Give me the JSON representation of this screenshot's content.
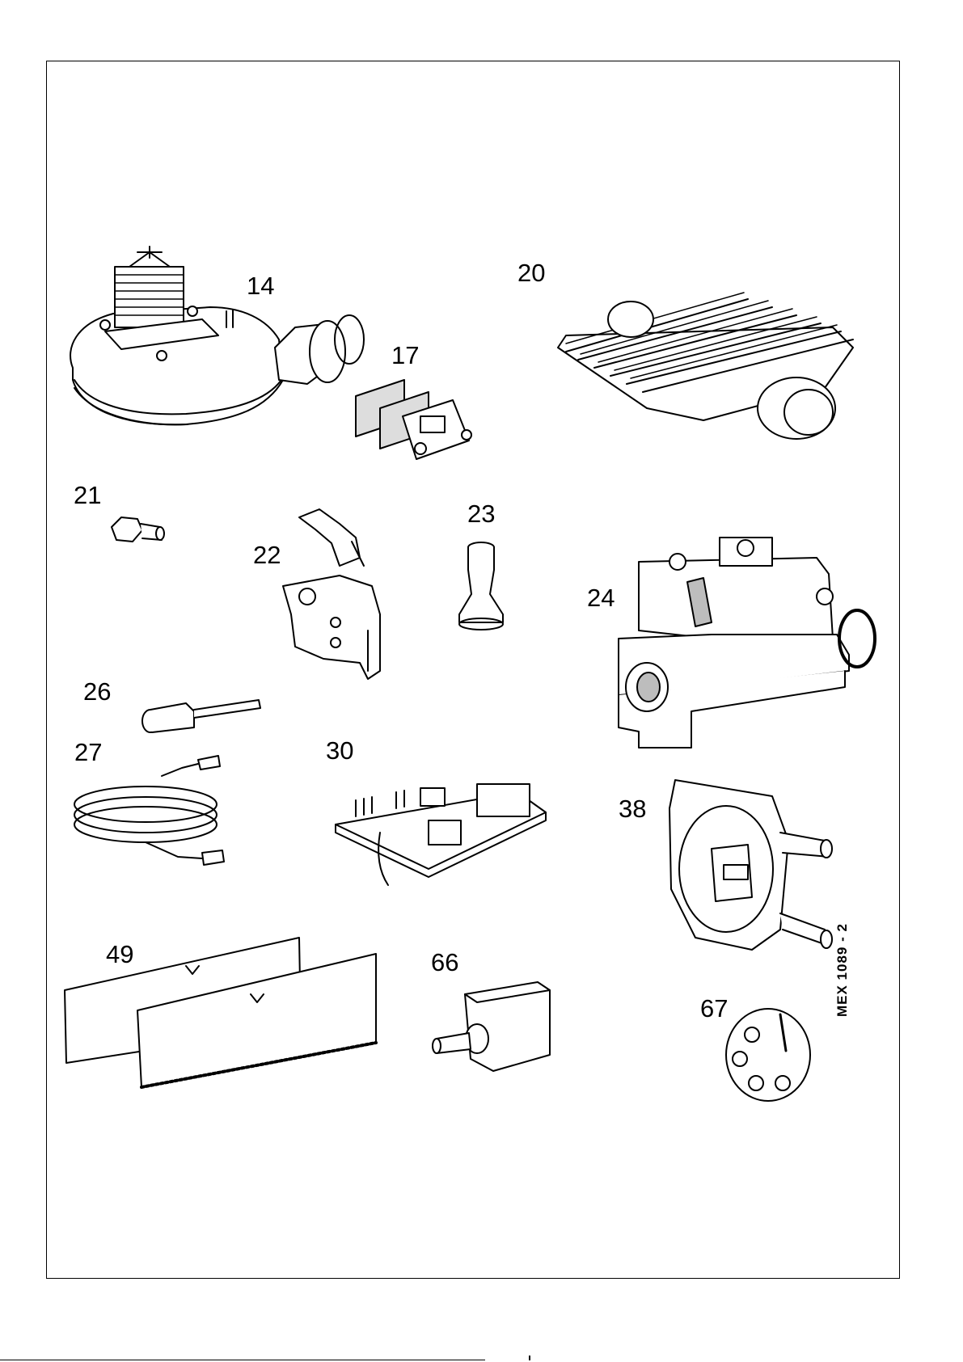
{
  "labels": {
    "p14": "14",
    "p17": "17",
    "p20": "20",
    "p21": "21",
    "p22": "22",
    "p23": "23",
    "p24": "24",
    "p26": "26",
    "p27": "27",
    "p30": "30",
    "p38": "38",
    "p49": "49",
    "p66": "66",
    "p67": "67"
  },
  "reference": "MEX 1089 - 2",
  "colors": {
    "ink": "#000000",
    "paper": "#ffffff",
    "shade": "#bdbdbd"
  }
}
